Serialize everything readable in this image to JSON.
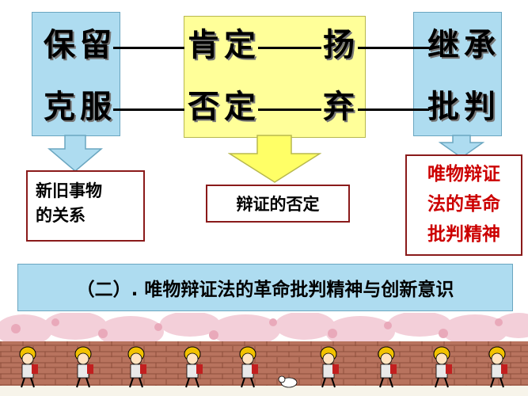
{
  "left": {
    "row1": "保留",
    "row2": "克服"
  },
  "middle": {
    "row1_a": "肯定",
    "row1_b": "扬",
    "row2_a": "否定",
    "row2_b": "弃"
  },
  "right": {
    "row1": "继承",
    "row2": "批判"
  },
  "labels": {
    "left_line1": "新旧事物",
    "left_line2": "的关系",
    "middle": "辩证的否定",
    "right_line1": "唯物辩证",
    "right_line2": "法的革命",
    "right_line3": "批判精神"
  },
  "banner": "（二）. 唯物辩证法的革命批判精神与创新意识",
  "colors": {
    "box_blue": "#aedcf0",
    "box_yellow": "#ffff99",
    "arrow_yellow": "#ffff66",
    "accent_red": "#cc0000",
    "border_dark_red": "#8a1a1a"
  }
}
